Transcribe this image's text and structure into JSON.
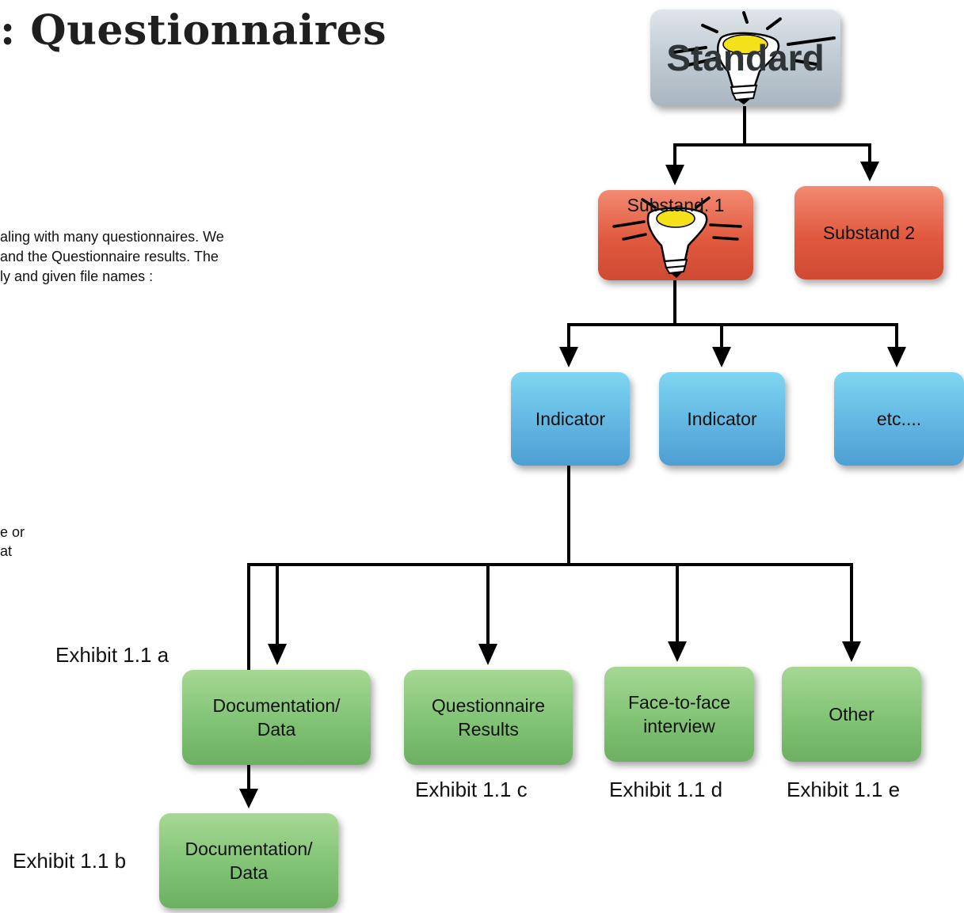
{
  "heading": ": Questionnaires",
  "paragraph_lines": [
    "aling with many questionnaires. We",
    "and the Questionnaire results. The",
    "ly and given file names :"
  ],
  "paragraph2_lines": [
    "e or",
    "at"
  ],
  "nodes": {
    "standard": "Standard",
    "substand1": "Substand. 1",
    "substand2": "Substand 2",
    "indicator1": "Indicator",
    "indicator2": "Indicator",
    "indicator3": "etc....",
    "documentation1": "Documentation/\nData",
    "questionnaire": "Questionnaire\nResults",
    "face_to_face": "Face-to-face\ninterview",
    "other": "Other",
    "documentation2": "Documentation/\nData"
  },
  "exhibits": {
    "a": "Exhibit 1.1 a",
    "b": "Exhibit 1.1 b",
    "c": "Exhibit 1.1 c",
    "d": "Exhibit 1.1 d",
    "e": "Exhibit 1.1 e"
  },
  "colors": {
    "standard": "#c3cdd5",
    "substand": "#e0593f",
    "indicator": "#62b6e2",
    "evidence": "#84c577",
    "bulb": "#f5e11a"
  },
  "icons": [
    "lightbulb-icon"
  ]
}
